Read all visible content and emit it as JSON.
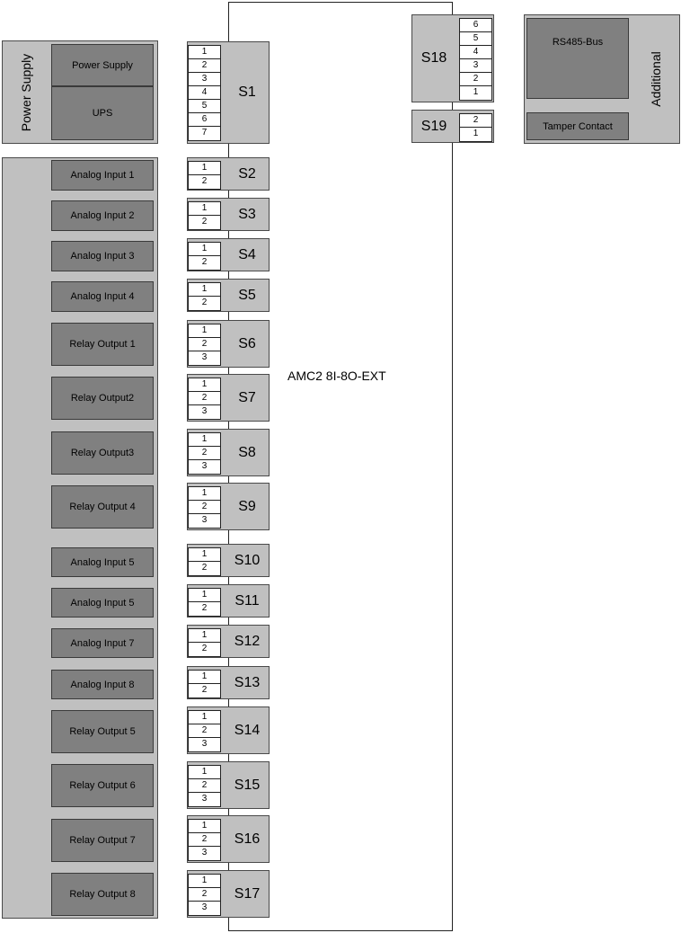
{
  "board_label": "AMC2 8I-8O-EXT",
  "power_group": {
    "title": "Power Supply",
    "items": [
      "Power Supply",
      "UPS"
    ]
  },
  "io_items": [
    "Analog Input 1",
    "Analog Input 2",
    "Analog Input 3",
    "Analog Input 4",
    "Relay Output 1",
    "Relay Output2",
    "Relay Output3",
    "Relay Output 4",
    "Analog Input 5",
    "Analog Input 5",
    "Analog Input 7",
    "Analog Input 8",
    "Relay Output 5",
    "Relay Output 6",
    "Relay Output 7",
    "Relay Output 8"
  ],
  "additional": {
    "title": "Additional",
    "rs485": "RS485-Bus",
    "tamper": "Tamper Contact"
  },
  "terminals": [
    {
      "label": "S1",
      "pins": [
        "1",
        "2",
        "3",
        "4",
        "5",
        "6",
        "7"
      ]
    },
    {
      "label": "S2",
      "pins": [
        "1",
        "2"
      ]
    },
    {
      "label": "S3",
      "pins": [
        "1",
        "2"
      ]
    },
    {
      "label": "S4",
      "pins": [
        "1",
        "2"
      ]
    },
    {
      "label": "S5",
      "pins": [
        "1",
        "2"
      ]
    },
    {
      "label": "S6",
      "pins": [
        "1",
        "2",
        "3"
      ]
    },
    {
      "label": "S7",
      "pins": [
        "1",
        "2",
        "3"
      ]
    },
    {
      "label": "S8",
      "pins": [
        "1",
        "2",
        "3"
      ]
    },
    {
      "label": "S9",
      "pins": [
        "1",
        "2",
        "3"
      ]
    },
    {
      "label": "S10",
      "pins": [
        "1",
        "2"
      ]
    },
    {
      "label": "S11",
      "pins": [
        "1",
        "2"
      ]
    },
    {
      "label": "S12",
      "pins": [
        "1",
        "2"
      ]
    },
    {
      "label": "S13",
      "pins": [
        "1",
        "2"
      ]
    },
    {
      "label": "S14",
      "pins": [
        "1",
        "2",
        "3"
      ]
    },
    {
      "label": "S15",
      "pins": [
        "1",
        "2",
        "3"
      ]
    },
    {
      "label": "S16",
      "pins": [
        "1",
        "2",
        "3"
      ]
    },
    {
      "label": "S17",
      "pins": [
        "1",
        "2",
        "3"
      ]
    },
    {
      "label": "S18",
      "pins": [
        "6",
        "5",
        "4",
        "3",
        "2",
        "1"
      ]
    },
    {
      "label": "S19",
      "pins": [
        "2",
        "1"
      ]
    }
  ]
}
